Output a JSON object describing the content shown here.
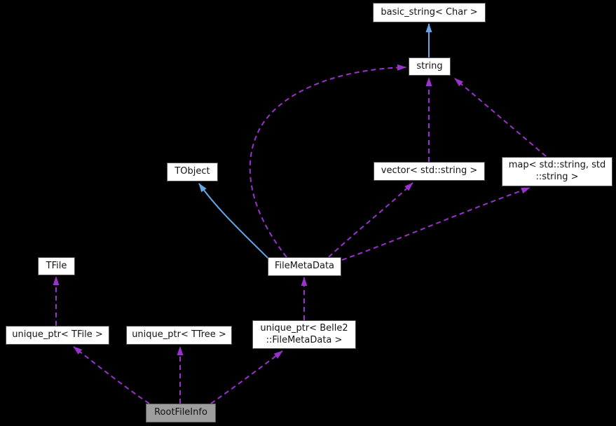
{
  "diagram": {
    "kind": "collaboration-graph",
    "background": "#000000",
    "colors": {
      "usage_edge": "#9a32cd",
      "inheritance_edge": "#63a7e8",
      "node_fill": "#ffffff",
      "node_border": "#4d4d4d",
      "node_text": "#141414",
      "highlight_node_fill": "#9e9e9e"
    },
    "nodes": {
      "basic_string": {
        "label": "basic_string< Char >"
      },
      "string": {
        "label": "string"
      },
      "tobject": {
        "label": "TObject"
      },
      "vector": {
        "label": "vector< std::string >"
      },
      "map": {
        "label": "map< std::string, std\n::string >"
      },
      "tfile": {
        "label": "TFile"
      },
      "filemetadata": {
        "label": "FileMetaData"
      },
      "unique_ptr_tfile": {
        "label": "unique_ptr< TFile >"
      },
      "unique_ptr_ttree": {
        "label": "unique_ptr< TTree >"
      },
      "unique_ptr_filemetadata": {
        "label": "unique_ptr< Belle2\n::FileMetaData >"
      },
      "rootfileinfo": {
        "label": "RootFileInfo"
      }
    },
    "edges": [
      {
        "from": "string",
        "to": "basic_string< Char >",
        "type": "public-inheritance"
      },
      {
        "from": "FileMetaData",
        "to": "TObject",
        "type": "public-inheritance"
      },
      {
        "from": "vector< std::string >",
        "to": "string",
        "type": "usage"
      },
      {
        "from": "map< std::string, std::string >",
        "to": "string",
        "type": "usage"
      },
      {
        "from": "FileMetaData",
        "to": "string",
        "type": "usage"
      },
      {
        "from": "FileMetaData",
        "to": "vector< std::string >",
        "type": "usage"
      },
      {
        "from": "FileMetaData",
        "to": "map< std::string, std::string >",
        "type": "usage"
      },
      {
        "from": "unique_ptr< TFile >",
        "to": "TFile",
        "type": "usage"
      },
      {
        "from": "unique_ptr< Belle2::FileMetaData >",
        "to": "FileMetaData",
        "type": "usage"
      },
      {
        "from": "RootFileInfo",
        "to": "unique_ptr< TFile >",
        "type": "usage"
      },
      {
        "from": "RootFileInfo",
        "to": "unique_ptr< TTree >",
        "type": "usage"
      },
      {
        "from": "RootFileInfo",
        "to": "unique_ptr< Belle2::FileMetaData >",
        "type": "usage"
      }
    ]
  }
}
